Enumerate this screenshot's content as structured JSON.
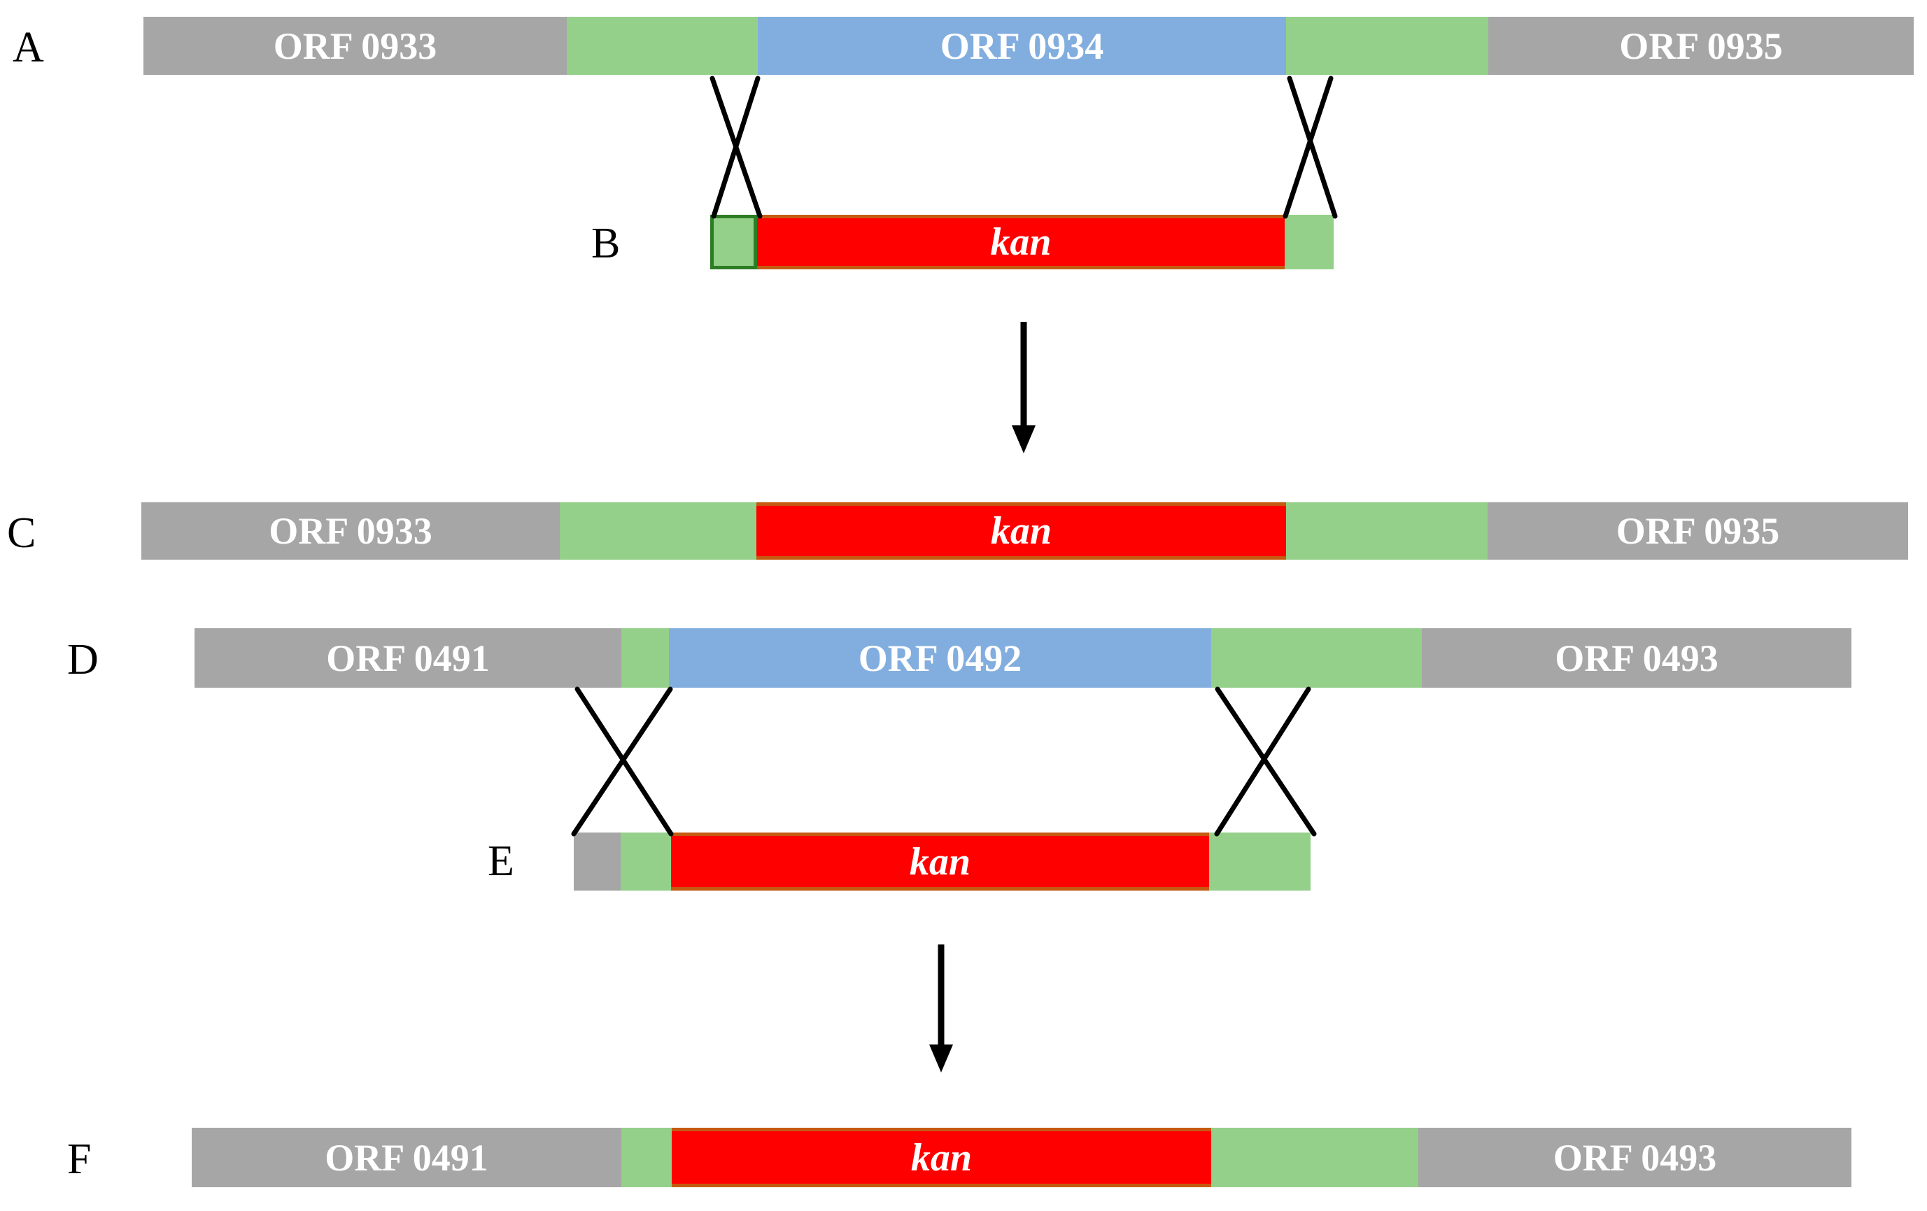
{
  "figure": {
    "description": "Gene replacement by double crossover homologous recombination with kan cassette",
    "palette": {
      "gene_gray": "#a6a6a6",
      "homology_green": "#94d089",
      "target_blue": "#82aedf",
      "kan_red": "#ff0000",
      "kan_border_orange": "#c55a11",
      "arm_border_dark_green": "#2e7d24",
      "line_black": "#000000",
      "bar_text_white": "#ffffff"
    },
    "rows": [
      {
        "label": "A",
        "segments": [
          {
            "kind": "gene",
            "label": "ORF 0933"
          },
          {
            "kind": "homology-arm",
            "label": ""
          },
          {
            "kind": "target-gene",
            "label": "ORF 0934"
          },
          {
            "kind": "homology-arm",
            "label": ""
          },
          {
            "kind": "gene",
            "label": "ORF 0935"
          }
        ]
      },
      {
        "label": "B",
        "segments": [
          {
            "kind": "homology-arm-square",
            "label": ""
          },
          {
            "kind": "kan-cassette",
            "label": "kan"
          },
          {
            "kind": "homology-arm",
            "label": ""
          }
        ]
      },
      {
        "label": "C",
        "segments": [
          {
            "kind": "gene",
            "label": "ORF 0933"
          },
          {
            "kind": "homology-arm",
            "label": ""
          },
          {
            "kind": "kan-cassette",
            "label": "kan"
          },
          {
            "kind": "homology-arm",
            "label": ""
          },
          {
            "kind": "gene",
            "label": "ORF 0935"
          }
        ]
      },
      {
        "label": "D",
        "segments": [
          {
            "kind": "gene",
            "label": "ORF 0491"
          },
          {
            "kind": "homology-arm",
            "label": ""
          },
          {
            "kind": "target-gene",
            "label": "ORF 0492"
          },
          {
            "kind": "homology-arm",
            "label": ""
          },
          {
            "kind": "gene",
            "label": "ORF 0493"
          }
        ]
      },
      {
        "label": "E",
        "segments": [
          {
            "kind": "gene-fragment",
            "label": ""
          },
          {
            "kind": "homology-arm",
            "label": ""
          },
          {
            "kind": "kan-cassette",
            "label": "kan"
          },
          {
            "kind": "homology-arm",
            "label": ""
          }
        ]
      },
      {
        "label": "F",
        "segments": [
          {
            "kind": "gene",
            "label": "ORF 0491"
          },
          {
            "kind": "homology-arm",
            "label": ""
          },
          {
            "kind": "kan-cassette",
            "label": "kan"
          },
          {
            "kind": "homology-arm",
            "label": ""
          },
          {
            "kind": "gene",
            "label": "ORF 0493"
          }
        ]
      }
    ],
    "icons": {
      "down_arrow_1": "down-arrow",
      "down_arrow_2": "down-arrow",
      "crossover_left_top": "crossover-x",
      "crossover_right_top": "crossover-x",
      "crossover_left_bottom": "crossover-x",
      "crossover_right_bottom": "crossover-x"
    }
  }
}
